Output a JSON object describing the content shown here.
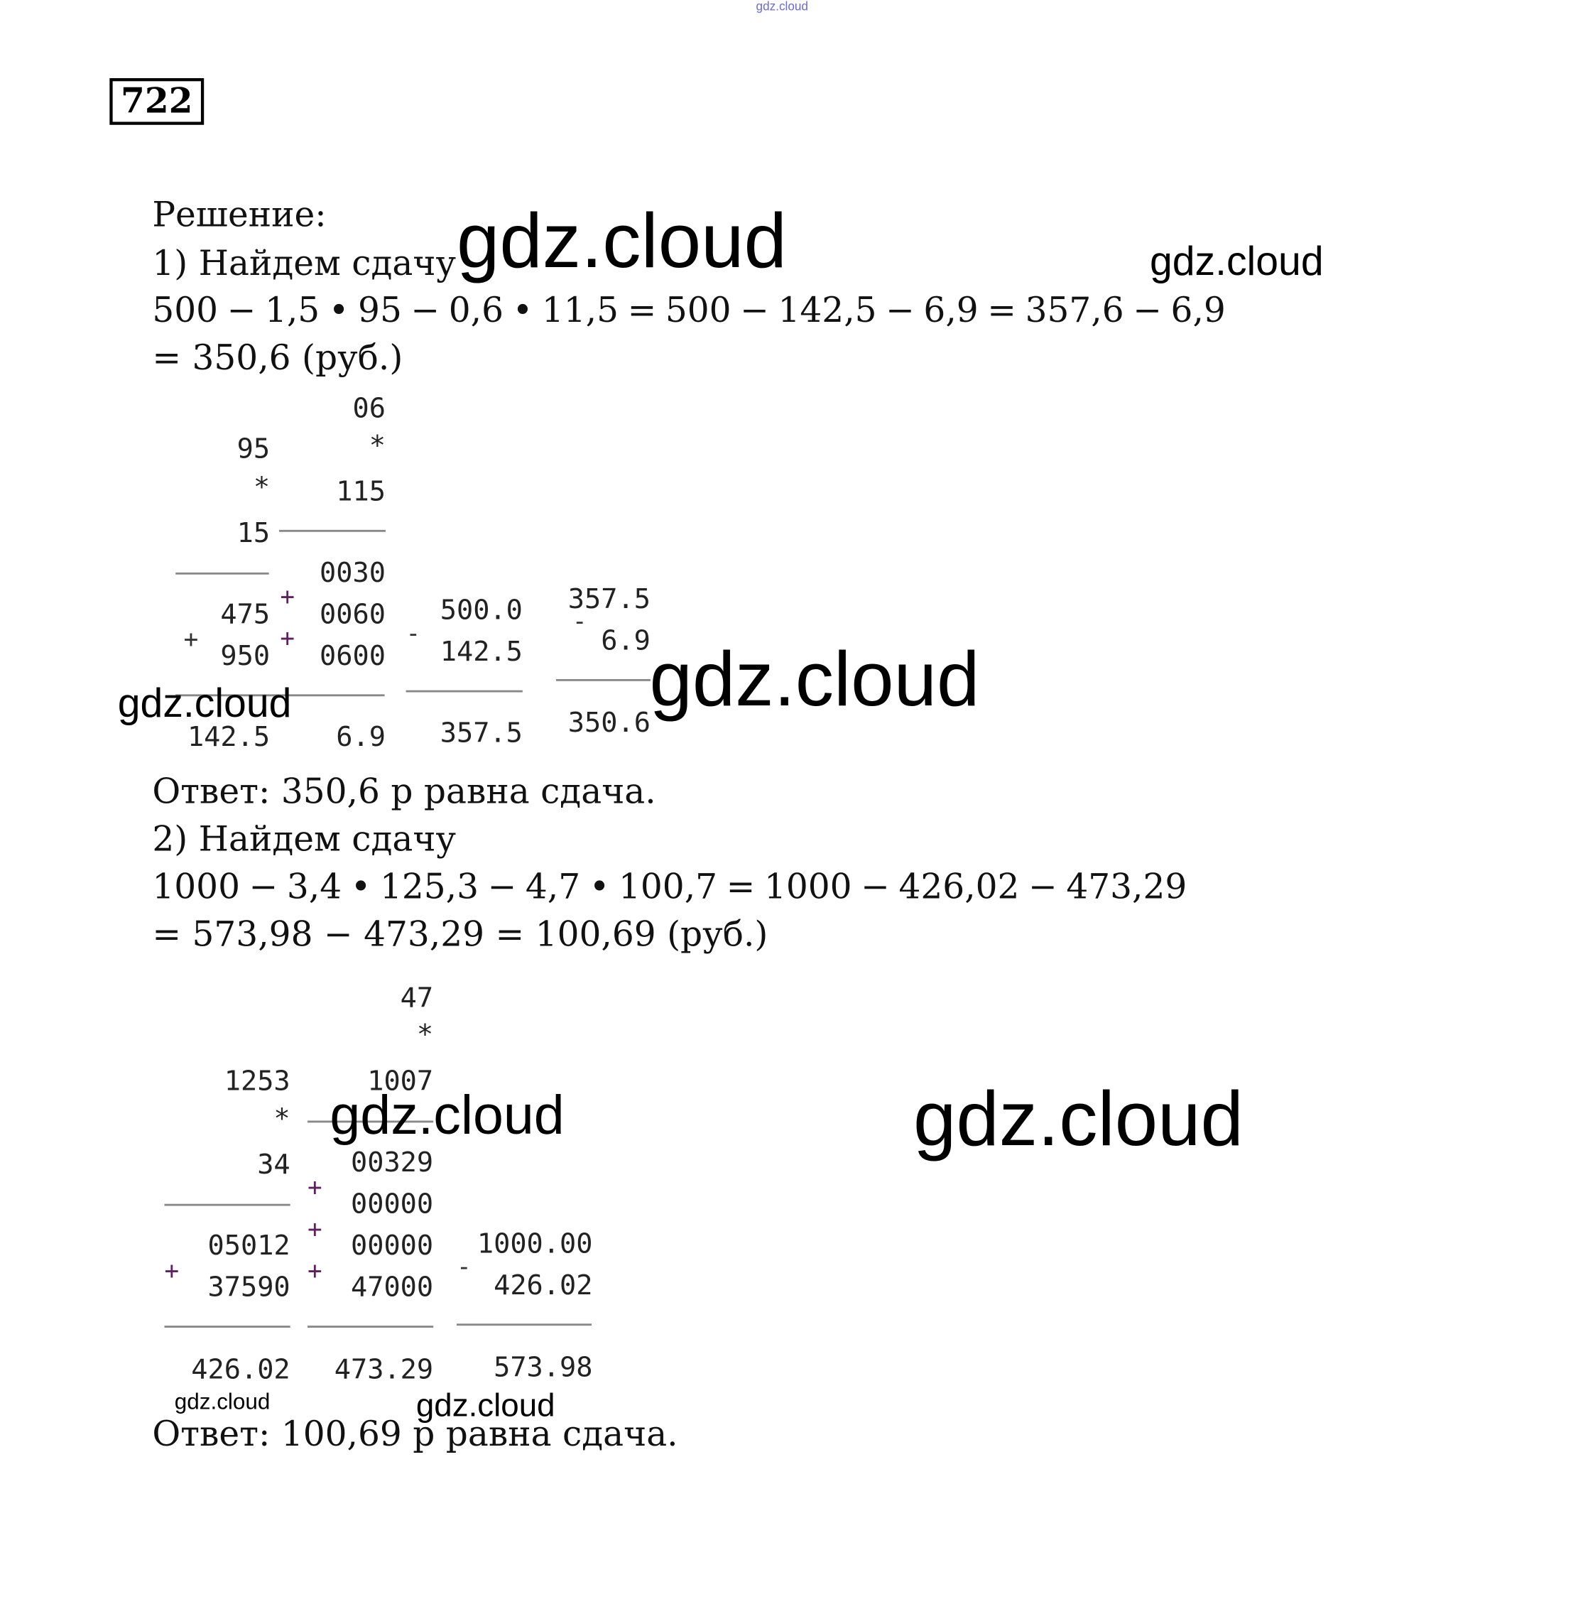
{
  "problem_number": "722",
  "solution_label": "Решение:",
  "part1": {
    "heading": "1) Найдем сдачу",
    "equation_line1": "500  −  1,5 • 95  −  0,6 • 11,5  =  500  −  142,5  −  6,9  = 357,6 − 6,9",
    "equation_line2": "= 350,6 (руб.)",
    "calc_a": {
      "a": "95",
      "op": "*",
      "b": "15",
      "p1": "475",
      "plus": "+",
      "p2": "950",
      "result": "142.5"
    },
    "calc_b": {
      "a": "06",
      "op": "*",
      "b": "115",
      "p1": "0030",
      "plus1": "+",
      "p2": "0060",
      "plus2": "+",
      "p3": "0600",
      "result": "6.9"
    },
    "calc_c": {
      "a": "500.0",
      "op": "-",
      "b": "142.5",
      "result": "357.5"
    },
    "calc_d": {
      "a": "357.5",
      "op": "-",
      "b": "6.9",
      "result": "350.6"
    },
    "answer": "Ответ: 350,6 р равна сдача."
  },
  "part2": {
    "heading": "2) Найдем сдачу",
    "equation_line1": "1000  −  3,4 • 125,3  −  4,7 • 100,7  =  1000  −  426,02  −  473,29",
    "equation_line2": "= 573,98 − 473,29 = 100,69 (руб.)",
    "calc_a": {
      "a": "1253",
      "op": "*",
      "b": "34",
      "p1": "05012",
      "plus": "+",
      "p2": "37590",
      "result": "426.02"
    },
    "calc_b": {
      "a": "47",
      "op": "*",
      "b": "1007",
      "p1": "00329",
      "plus1": "+",
      "p2": "00000",
      "plus2": "+",
      "p3": "00000",
      "plus3": "+",
      "p4": "47000",
      "result": "473.29"
    },
    "calc_c": {
      "a": "1000.00",
      "op": "-",
      "b": "426.02",
      "result": "573.98"
    },
    "answer": "Ответ: 100,69 р равна сдача."
  },
  "watermark": "gdz.cloud"
}
